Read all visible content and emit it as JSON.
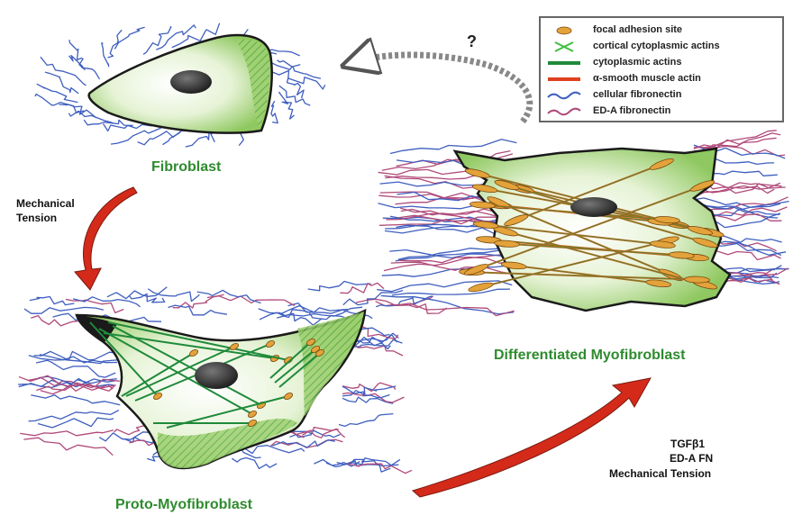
{
  "labels": {
    "fibroblast": "Fibroblast",
    "proto": "Proto-Myofibroblast",
    "differentiated": "Differentiated Myofibroblast",
    "mechanical_1": "Mechanical",
    "mechanical_2": "Tension",
    "tgf_1": "TGFβ1",
    "tgf_2": "ED-A FN",
    "tgf_3": "Mechanical Tension",
    "question": "?"
  },
  "legend": [
    {
      "label": "focal adhesion site",
      "kind": "ellipse",
      "color": "#e3a23a"
    },
    {
      "label": "cortical cytoplasmic actins",
      "kind": "chevrons",
      "color": "#3fbf3f"
    },
    {
      "label": "cytoplasmic actins",
      "kind": "line",
      "color": "#1f8a3a"
    },
    {
      "label": "α-smooth muscle actin",
      "kind": "line",
      "color": "#e04020"
    },
    {
      "label": "cellular fibronectin",
      "kind": "wave",
      "color": "#3f5fbf"
    },
    {
      "label": "ED-A fibronectin",
      "kind": "wave",
      "color": "#b04a7a"
    }
  ],
  "colors": {
    "cell_fill": "#c8e4a8",
    "cell_edge": "#7fbf4f",
    "nucleus": "#2a2a2a",
    "arrow": "#d42a1a",
    "fibronectin": "#3f5fbf",
    "eda_fibronectin": "#b04a7a"
  }
}
